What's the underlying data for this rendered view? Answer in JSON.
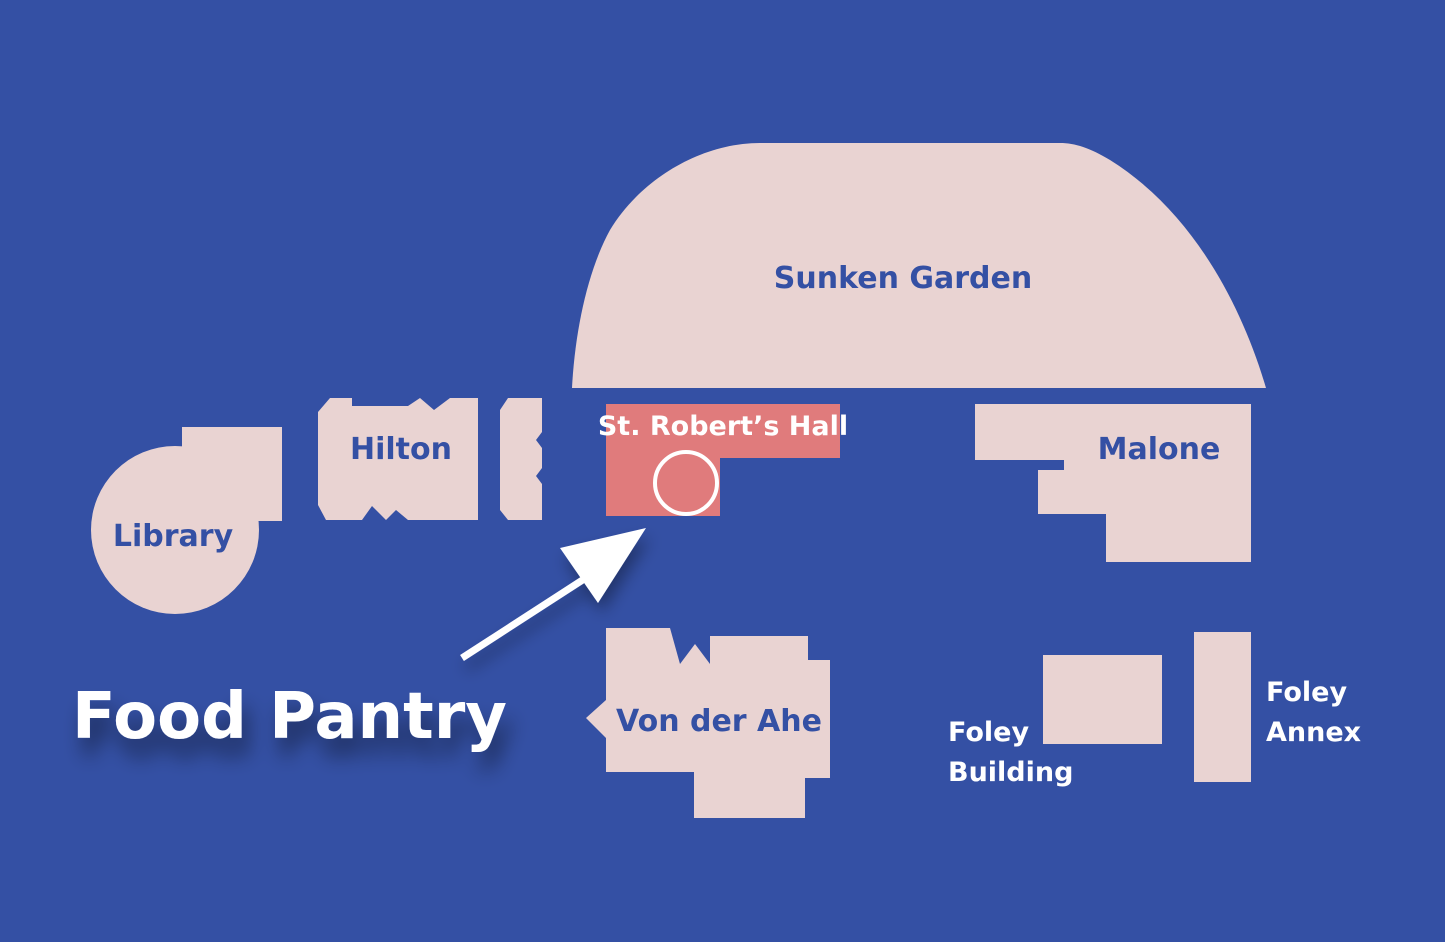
{
  "map": {
    "colors": {
      "background": "#3450a4",
      "building": "#e9d3d2",
      "highlight": "#e07b7c",
      "label": "#3450a4",
      "callout": "#ffffff"
    },
    "buildings": {
      "sunken_garden": "Sunken Garden",
      "hilton": "Hilton",
      "library": "Library",
      "st_roberts_hall": "St. Robert’s Hall",
      "malone": "Malone",
      "von_der_ahe": "Von der Ahe",
      "foley_building_line1": "Foley",
      "foley_building_line2": "Building",
      "foley_annex_line1": "Foley",
      "foley_annex_line2": "Annex"
    },
    "callout": {
      "label": "Food Pantry",
      "target_icon": "circle-marker-icon",
      "arrow_icon": "arrow-icon"
    }
  }
}
